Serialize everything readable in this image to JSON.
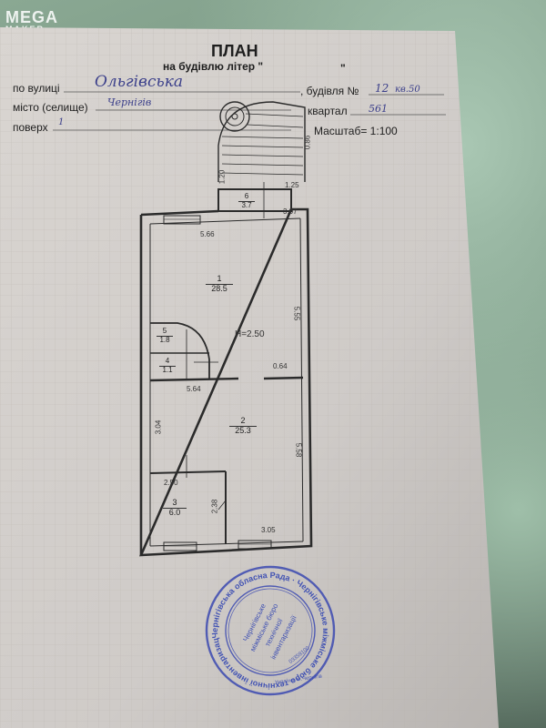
{
  "watermark": {
    "line1": "MEGA",
    "line2": "MAKER"
  },
  "header": {
    "title": "ПЛАН",
    "subtitle": "на будівлю літер \"",
    "subtitle_close": "\""
  },
  "fields": {
    "street_label": "по вулиці",
    "street_value": "Ольгівська",
    "building_label": ", будівля №",
    "building_value": "12",
    "building_extra": "кв.50",
    "city_label": "місто (селище)",
    "city_value": "Чернігів",
    "block_label": "квартал",
    "block_value": "561",
    "floor_label": "поверх",
    "floor_value": "1",
    "scale_label": "Масштаб= 1:100"
  },
  "plan": {
    "height_note": "H=2.50",
    "rooms": [
      {
        "number": "1",
        "area": "28.5"
      },
      {
        "number": "2",
        "area": "25.3"
      },
      {
        "number": "3",
        "area": "6.0"
      },
      {
        "number": "4",
        "area": "1.1"
      },
      {
        "number": "5",
        "area": "1.8"
      },
      {
        "number": "6",
        "area": "3.7"
      }
    ],
    "dims": {
      "d_566": "5.66",
      "d_555": "5.55",
      "d_564": "5.64",
      "d_558": "5.58",
      "d_307": "3.07",
      "d_305": "3.05",
      "d_250": "2.50",
      "d_238": "2.38",
      "d_304": "3.04",
      "d_125": "1.25",
      "d_120": "1.20",
      "d_064": "0.64",
      "d_086": "0.86"
    }
  },
  "stamp": {
    "outer_text": "Чернігівська обласна Рада · Чернігівське міжміське бюро технічної інвентаризації ·",
    "center_line1": "Чернігівське",
    "center_line2": "міжміське бюро",
    "center_line3": "технічної",
    "center_line4": "інвентаризації",
    "code": "03359100",
    "bottom": "Україна, м.Чернігів"
  }
}
